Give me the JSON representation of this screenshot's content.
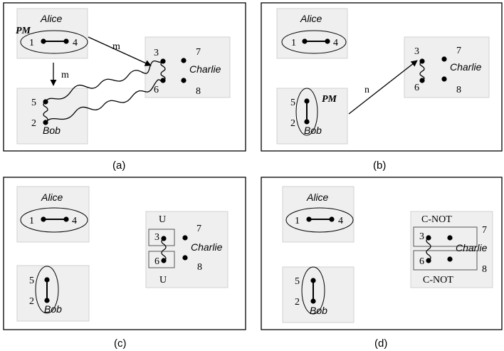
{
  "parties": {
    "alice": "Alice",
    "bob": "Bob",
    "charlie": "Charlie"
  },
  "qubits": {
    "q1": "1",
    "q2": "2",
    "q3": "3",
    "q4": "4",
    "q5": "5",
    "q6": "6",
    "q7": "7",
    "q8": "8"
  },
  "pm_label": "PM",
  "messages": {
    "m": "m",
    "n": "n"
  },
  "gates": {
    "u": "U",
    "cnot": "C-NOT"
  },
  "captions": {
    "a": "(a)",
    "b": "(b)",
    "c": "(c)",
    "d": "(d)"
  }
}
